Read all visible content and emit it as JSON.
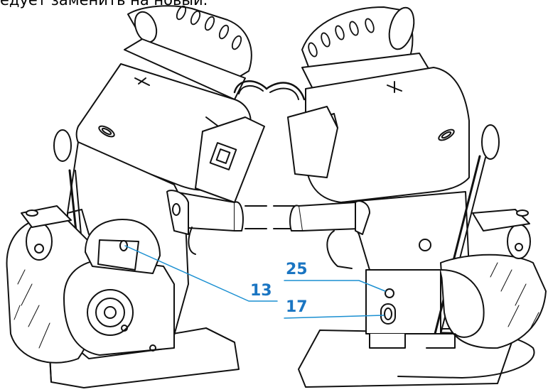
{
  "caption_text": "едует заменить на новый.",
  "callouts": [
    {
      "id": "13",
      "label": "13"
    },
    {
      "id": "25",
      "label": "25"
    },
    {
      "id": "17",
      "label": "17"
    }
  ],
  "colors": {
    "line": "#111111",
    "callout": "#1a8fd1",
    "callout_text": "#1a75c2",
    "fill": "#ffffff"
  },
  "icons": {
    "left_machine": "grinding-machine-left-view",
    "right_machine": "grinding-machine-right-view"
  }
}
